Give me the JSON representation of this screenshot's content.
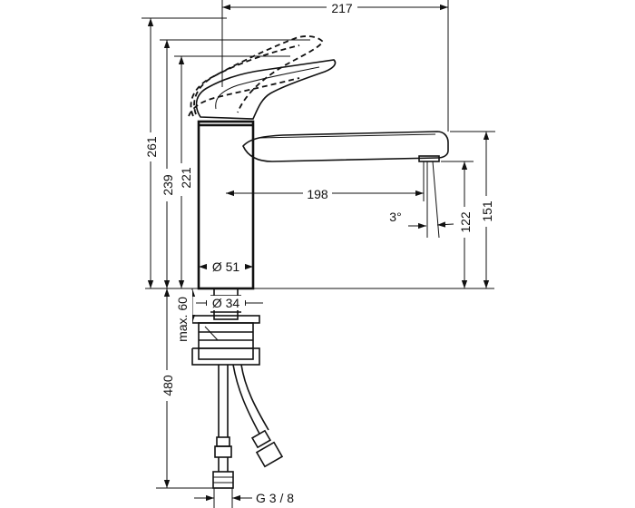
{
  "diagram": {
    "dimensions": {
      "overall_width": "217",
      "height_total": "261",
      "height_lever_tip": "239",
      "height_body": "221",
      "spout_reach": "198",
      "spout_angle": "3°",
      "outlet_height": "122",
      "spout_height": "151",
      "body_diameter": "Ø 51",
      "mount_diameter": "Ø 34",
      "max_deck_thickness": "max. 60",
      "hose_length": "480",
      "connection_thread": "G 3 / 8"
    },
    "colors": {
      "line": "#111111",
      "background": "#ffffff"
    }
  }
}
